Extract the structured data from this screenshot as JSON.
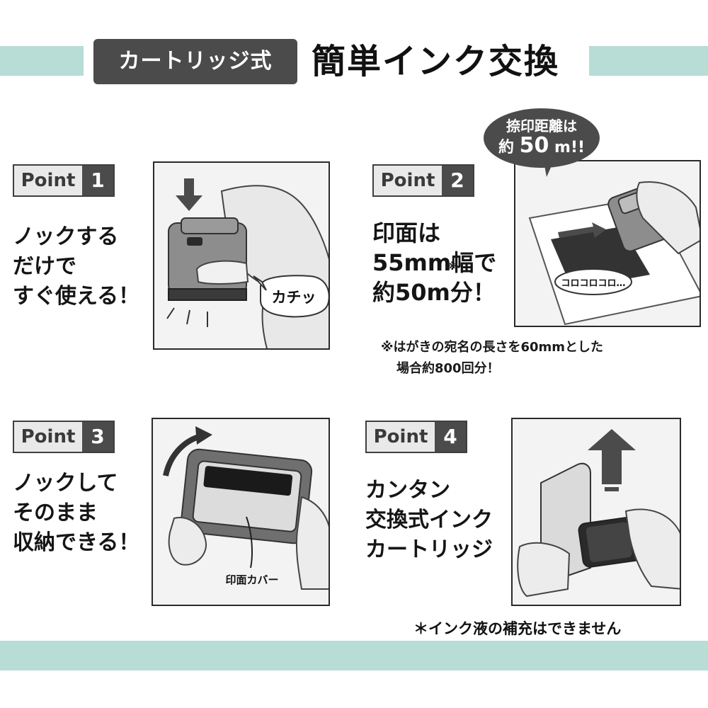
{
  "header": {
    "badge": "カートリッジ式",
    "title": "簡単インク交換"
  },
  "points": [
    {
      "word": "Point",
      "number": "1",
      "lines": [
        "ノックする",
        "だけで",
        "すぐ使える！"
      ],
      "callout": "カチッ"
    },
    {
      "word": "Point",
      "number": "2",
      "lines": [
        "印面は",
        "55mm幅で",
        "約50m分！"
      ],
      "mark": "※",
      "bubble": {
        "line1": "捺印距離は",
        "line2_prefix": "約",
        "line2_value": "50",
        "line2_unit": "m!!"
      },
      "callout": "コロコロコロ…",
      "note": {
        "line1": "※はがきの宛名の長さを60mmとした",
        "line2": "場合約800回分！"
      }
    },
    {
      "word": "Point",
      "number": "3",
      "lines": [
        "ノックして",
        "そのまま",
        "収納できる！"
      ],
      "caption": "印面カバー"
    },
    {
      "word": "Point",
      "number": "4",
      "lines": [
        "カンタン",
        "交換式インク",
        "カートリッジ"
      ]
    }
  ],
  "footnote": "＊インク液の補充はできません",
  "colors": {
    "band": "#b7ddd6",
    "badge": "#4b4b4b",
    "text": "#151515"
  }
}
